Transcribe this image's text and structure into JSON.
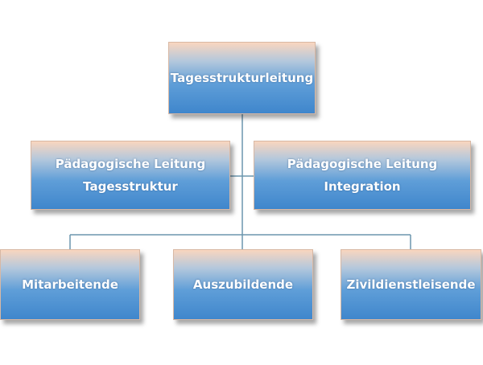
{
  "chart": {
    "top": {
      "lines": [
        "Tagesstrukturleitung"
      ]
    },
    "middle": [
      {
        "lines": [
          "Pädagogische Leitung",
          "Tagesstruktur"
        ]
      },
      {
        "lines": [
          "Pädagogische Leitung",
          "Integration"
        ]
      }
    ],
    "bottom": [
      {
        "lines": [
          "Mitarbeitende"
        ]
      },
      {
        "lines": [
          "Auszubildende"
        ]
      },
      {
        "lines": [
          "Zivildienstleisende"
        ]
      }
    ]
  },
  "colors": {
    "connector": "#6b95ad",
    "box_top": "#f9d6bf",
    "box_bottom": "#3f86cc",
    "text": "#ffffff"
  }
}
